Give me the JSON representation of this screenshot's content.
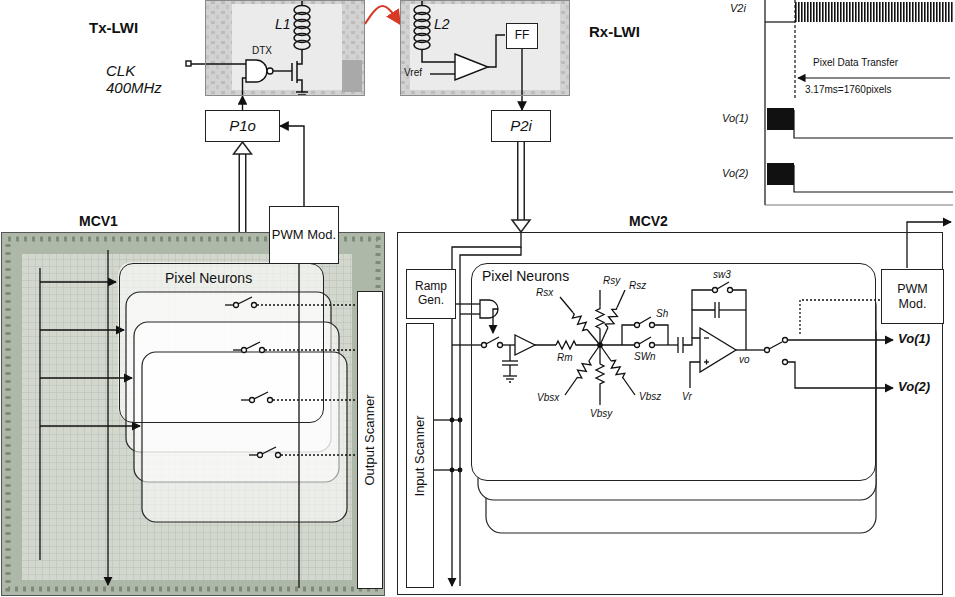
{
  "diagram": {
    "nodes": [
      {
        "text": [
          "Tx-LWI"
        ]
      },
      {
        "text": [
          "Rx-LWI"
        ]
      },
      {
        "text": [
          "FF"
        ],
        "in": 1
      },
      {
        "text": [
          "P1o"
        ]
      },
      {
        "text": [
          "P2i"
        ]
      },
      {
        "text": [
          "MCV1"
        ]
      },
      {
        "text": [
          "Pixel Neurons"
        ],
        "in": 5
      },
      {
        "text": [
          "PWM Mod."
        ],
        "in": 5
      },
      {
        "text": [
          "Output Scanner"
        ],
        "in": 5
      },
      {
        "text": [
          "MCV2"
        ]
      },
      {
        "text": [
          "Ramp Gen."
        ],
        "in": 9
      },
      {
        "text": [
          "Input Scanner"
        ],
        "in": 9
      },
      {
        "text": [
          "Pixel Neurons"
        ],
        "in": 9
      },
      {
        "text": [
          "PWM Mod."
        ],
        "in": 9
      }
    ],
    "edges": [
      {
        "from": 3,
        "to": 0,
        "arrow": "to"
      },
      {
        "from": 0,
        "to": 1,
        "arrow": "to"
      },
      {
        "from": 2,
        "to": 4,
        "arrow": "to"
      },
      {
        "from": 4,
        "to": 9,
        "arrow": "to"
      },
      {
        "from": 7,
        "to": 3,
        "arrow": "to"
      },
      {
        "from": 5,
        "to": 3,
        "arrow": "to"
      }
    ],
    "labels": [
      "CLK 400MHz",
      "L1",
      "DTX",
      "L2",
      "Vref",
      "V2i",
      "Pixel Data Transfer",
      "3.17ms=1760pixels",
      "Vo(1)",
      "Vo(2)",
      "Rsx",
      "Rsy",
      "Rsz",
      "Rm",
      "Sh",
      "sw3",
      "SWn",
      "Vbsx",
      "Vbsy",
      "Vbsz",
      "Vr",
      "vo",
      "Vo(1)",
      "Vo(2)"
    ]
  }
}
